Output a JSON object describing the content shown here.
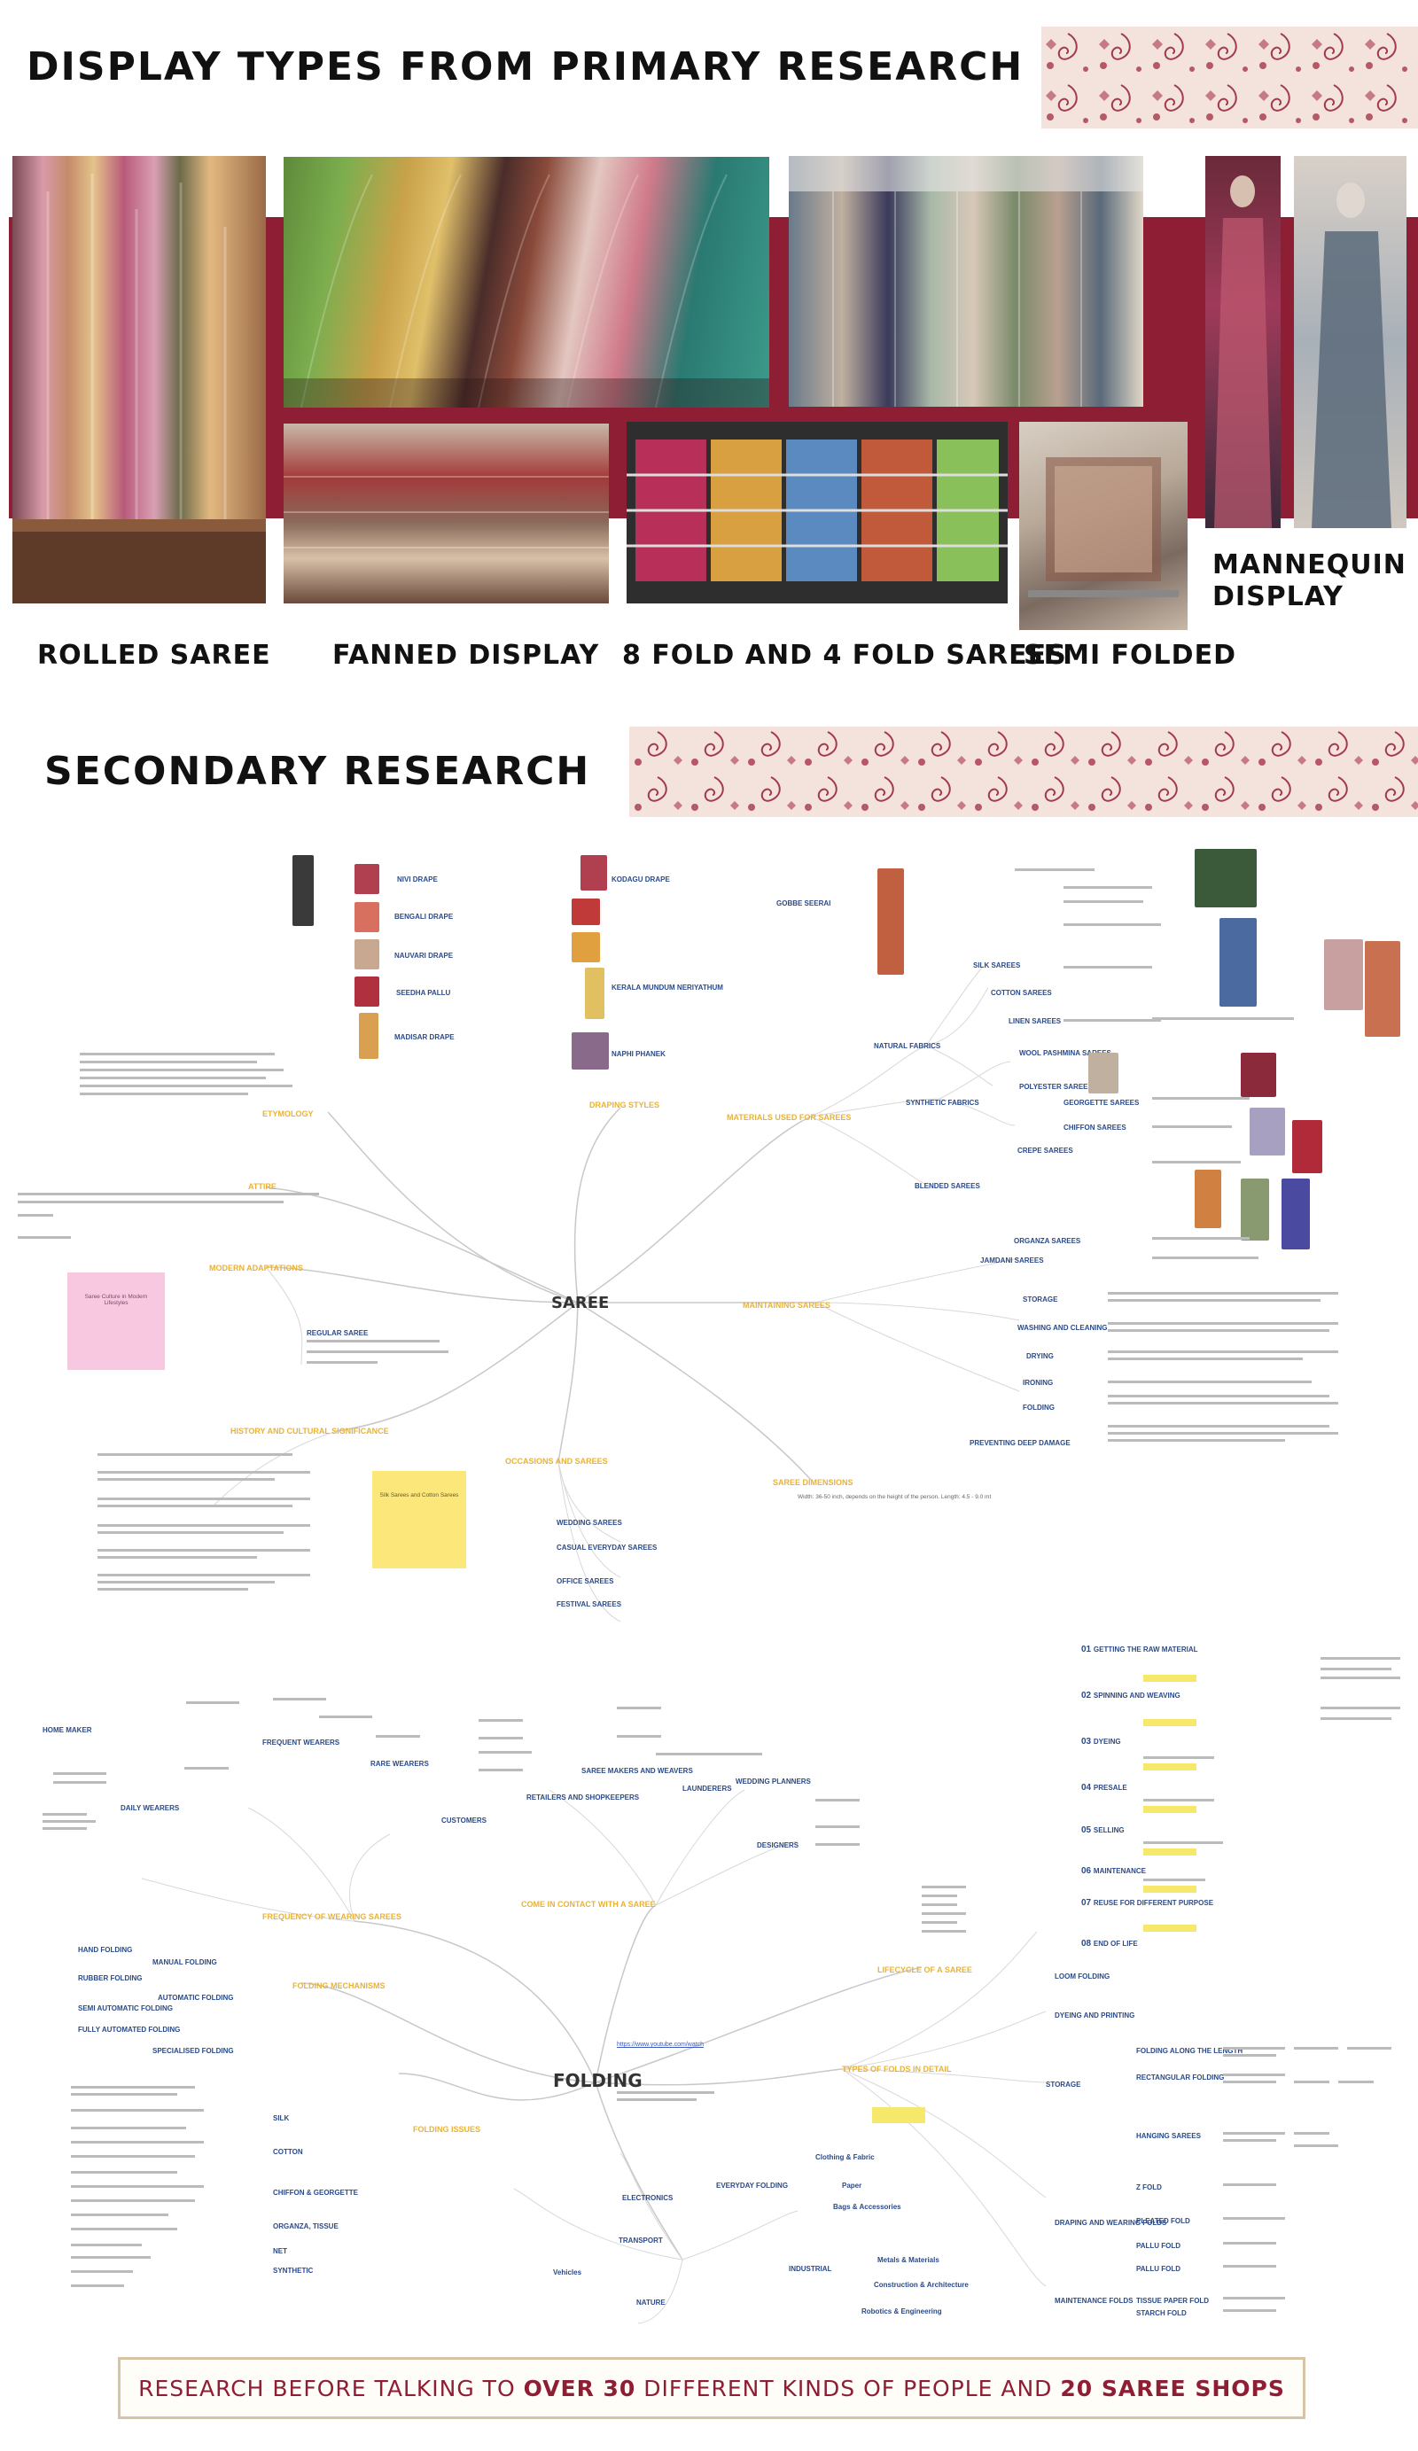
{
  "primary": {
    "title": "DISPLAY TYPES FROM PRIMARY RESEARCH",
    "labels": {
      "rolled": "ROLLED SAREE",
      "fanned": "FANNED DISPLAY",
      "folds": "8 FOLD AND 4 FOLD SAREES",
      "semi": "SEMI FOLDED",
      "mannequin_1": "MANNEQUIN",
      "mannequin_2": "DISPLAY"
    }
  },
  "secondary": {
    "title": "SECONDARY RESEARCH"
  },
  "mindmap_saree": {
    "center": "SAREE",
    "branches": {
      "etymology": "ETYMOLOGY",
      "draping": "DRAPING STYLES",
      "materials": "MATERIALS USED FOR SAREES",
      "attire": "ATTIRE",
      "modern": "MODERN ADAPTATIONS",
      "maintaining": "MAINTAINING SAREES",
      "history": "HISTORY AND CULTURAL SIGNIFICANCE",
      "occasions": "OCCASIONS AND SAREES",
      "dimensions": "SAREE DIMENSIONS"
    },
    "sub": {
      "natural": "NATURAL FABRICS",
      "synthetic": "SYNTHETIC FABRICS",
      "blended": "BLENDED SAREES",
      "silk": "SILK SAREES",
      "cotton": "COTTON SAREES",
      "linen": "LINEN SAREES",
      "wool": "WOOL PASHMINA SAREES",
      "polyester": "POLYESTER SAREES",
      "georgette": "GEORGETTE SAREES",
      "chiffon": "CHIFFON SAREES",
      "crepe": "CREPE SAREES",
      "organza": "ORGANZA SAREES",
      "jamdani": "JAMDANI SAREES",
      "storage": "STORAGE",
      "washing": "WASHING AND CLEANING",
      "drying": "DRYING",
      "ironing": "IRONING",
      "folding": "FOLDING",
      "preventing": "PREVENTING DEEP DAMAGE",
      "wedding": "WEDDING SAREES",
      "casual": "CASUAL EVERYDAY SAREES",
      "office": "OFFICE SAREES",
      "festival": "FESTIVAL SAREES",
      "regular": "REGULAR SAREE",
      "nivi": "NIVI DRAPE",
      "bengali": "BENGALI DRAPE",
      "nauvari": "NAUVARI DRAPE",
      "gujarati": "SEEDHA PALLU",
      "kerala": "KERALA MUNDUM NERIYATHUM",
      "kodagu": "KODAGU DRAPE",
      "madisar": "MADISAR DRAPE",
      "ashapaud": "NAPHI PHANEK",
      "gobbe": "GOBBE SEERAI"
    },
    "note_pink": "Saree Culture in Modern Lifestyles",
    "note_yellow": "Silk Sarees and Cotton Sarees",
    "dimensions_text": "Width: 36-50 inch, depends on the height of the person. Length: 4.5 - 9.0 mt"
  },
  "mindmap_folding": {
    "center": "FOLDING",
    "branches": {
      "frequency": "FREQUENCY OF WEARING SAREES",
      "contact": "COME IN CONTACT WITH A SAREE",
      "lifecycle": "LIFECYCLE OF A SAREE",
      "mechanisms": "FOLDING MECHANISMS",
      "issues": "FOLDING ISSUES",
      "types": "TYPES OF FOLDS IN DETAIL"
    },
    "sub": {
      "homemaker": "HOME MAKER",
      "daily": "DAILY WEARERS",
      "frequent": "FREQUENT WEARERS",
      "rare": "RARE WEARERS",
      "customers": "CUSTOMERS",
      "retailers": "RETAILERS AND SHOPKEEPERS",
      "sarees_makers": "SAREE MAKERS AND WEAVERS",
      "launderers": "LAUNDERERS",
      "wedding_planners": "WEDDING PLANNERS",
      "designers": "DESIGNERS",
      "hand": "HAND FOLDING",
      "manual": "MANUAL FOLDING",
      "rubber": "RUBBER FOLDING",
      "semi_auto": "SEMI AUTOMATIC FOLDING",
      "fully_auto": "FULLY AUTOMATED FOLDING",
      "automatic": "AUTOMATIC FOLDING",
      "specialised": "SPECIALISED FOLDING",
      "silk": "SILK",
      "cotton": "COTTON",
      "chiffon": "CHIFFON & GEORGETTE",
      "organza": "ORGANZA, TISSUE",
      "net": "NET",
      "synthetic": "SYNTHETIC",
      "electronics": "ELECTRONICS",
      "transport": "TRANSPORT",
      "vehicles": "Vehicles",
      "nature": "NATURE",
      "everyday": "EVERYDAY FOLDING",
      "industrial": "INDUSTRIAL",
      "clothing": "Clothing & Fabric",
      "paper": "Paper",
      "bags": "Bags & Accessories",
      "metals": "Metals & Materials",
      "construction": "Construction & Architecture",
      "robotics": "Robotics & Engineering",
      "loom": "LOOM FOLDING",
      "dyeing": "DYEING AND PRINTING",
      "storage": "STORAGE",
      "draping": "DRAPING AND WEARING FOLDS",
      "maintenance": "MAINTENANCE FOLDS",
      "folding_along": "FOLDING ALONG THE LENGTH",
      "rectangular": "RECTANGULAR FOLDING",
      "hanging": "HANGING SAREES",
      "zfold": "Z FOLD",
      "pleated": "PLEATED FOLD",
      "pallu": "PALLU FOLD",
      "pallu2": "PALLU FOLD",
      "tissue": "TISSUE PAPER FOLD",
      "starch": "STARCH FOLD"
    },
    "lifecycle_steps": [
      {
        "num": "01",
        "label": "GETTING THE RAW MATERIAL"
      },
      {
        "num": "02",
        "label": "SPINNING AND WEAVING"
      },
      {
        "num": "03",
        "label": "DYEING"
      },
      {
        "num": "04",
        "label": "PRESALE"
      },
      {
        "num": "05",
        "label": "SELLING"
      },
      {
        "num": "06",
        "label": "MAINTENANCE"
      },
      {
        "num": "07",
        "label": "REUSE FOR DIFFERENT PURPOSE"
      },
      {
        "num": "08",
        "label": "END OF LIFE"
      }
    ],
    "link": "https://www.youtube.com/watch"
  },
  "footer": {
    "part1": "RESEARCH BEFORE TALKING TO ",
    "part2": "OVER 30",
    "part3": " DIFFERENT KINDS OF PEOPLE AND ",
    "part4": "20 SAREE SHOPS"
  },
  "colors": {
    "maroon": "#8e1e33",
    "gold": "#e8b23a",
    "blue": "#2b4a8a",
    "banner": "#f4e2dc"
  }
}
